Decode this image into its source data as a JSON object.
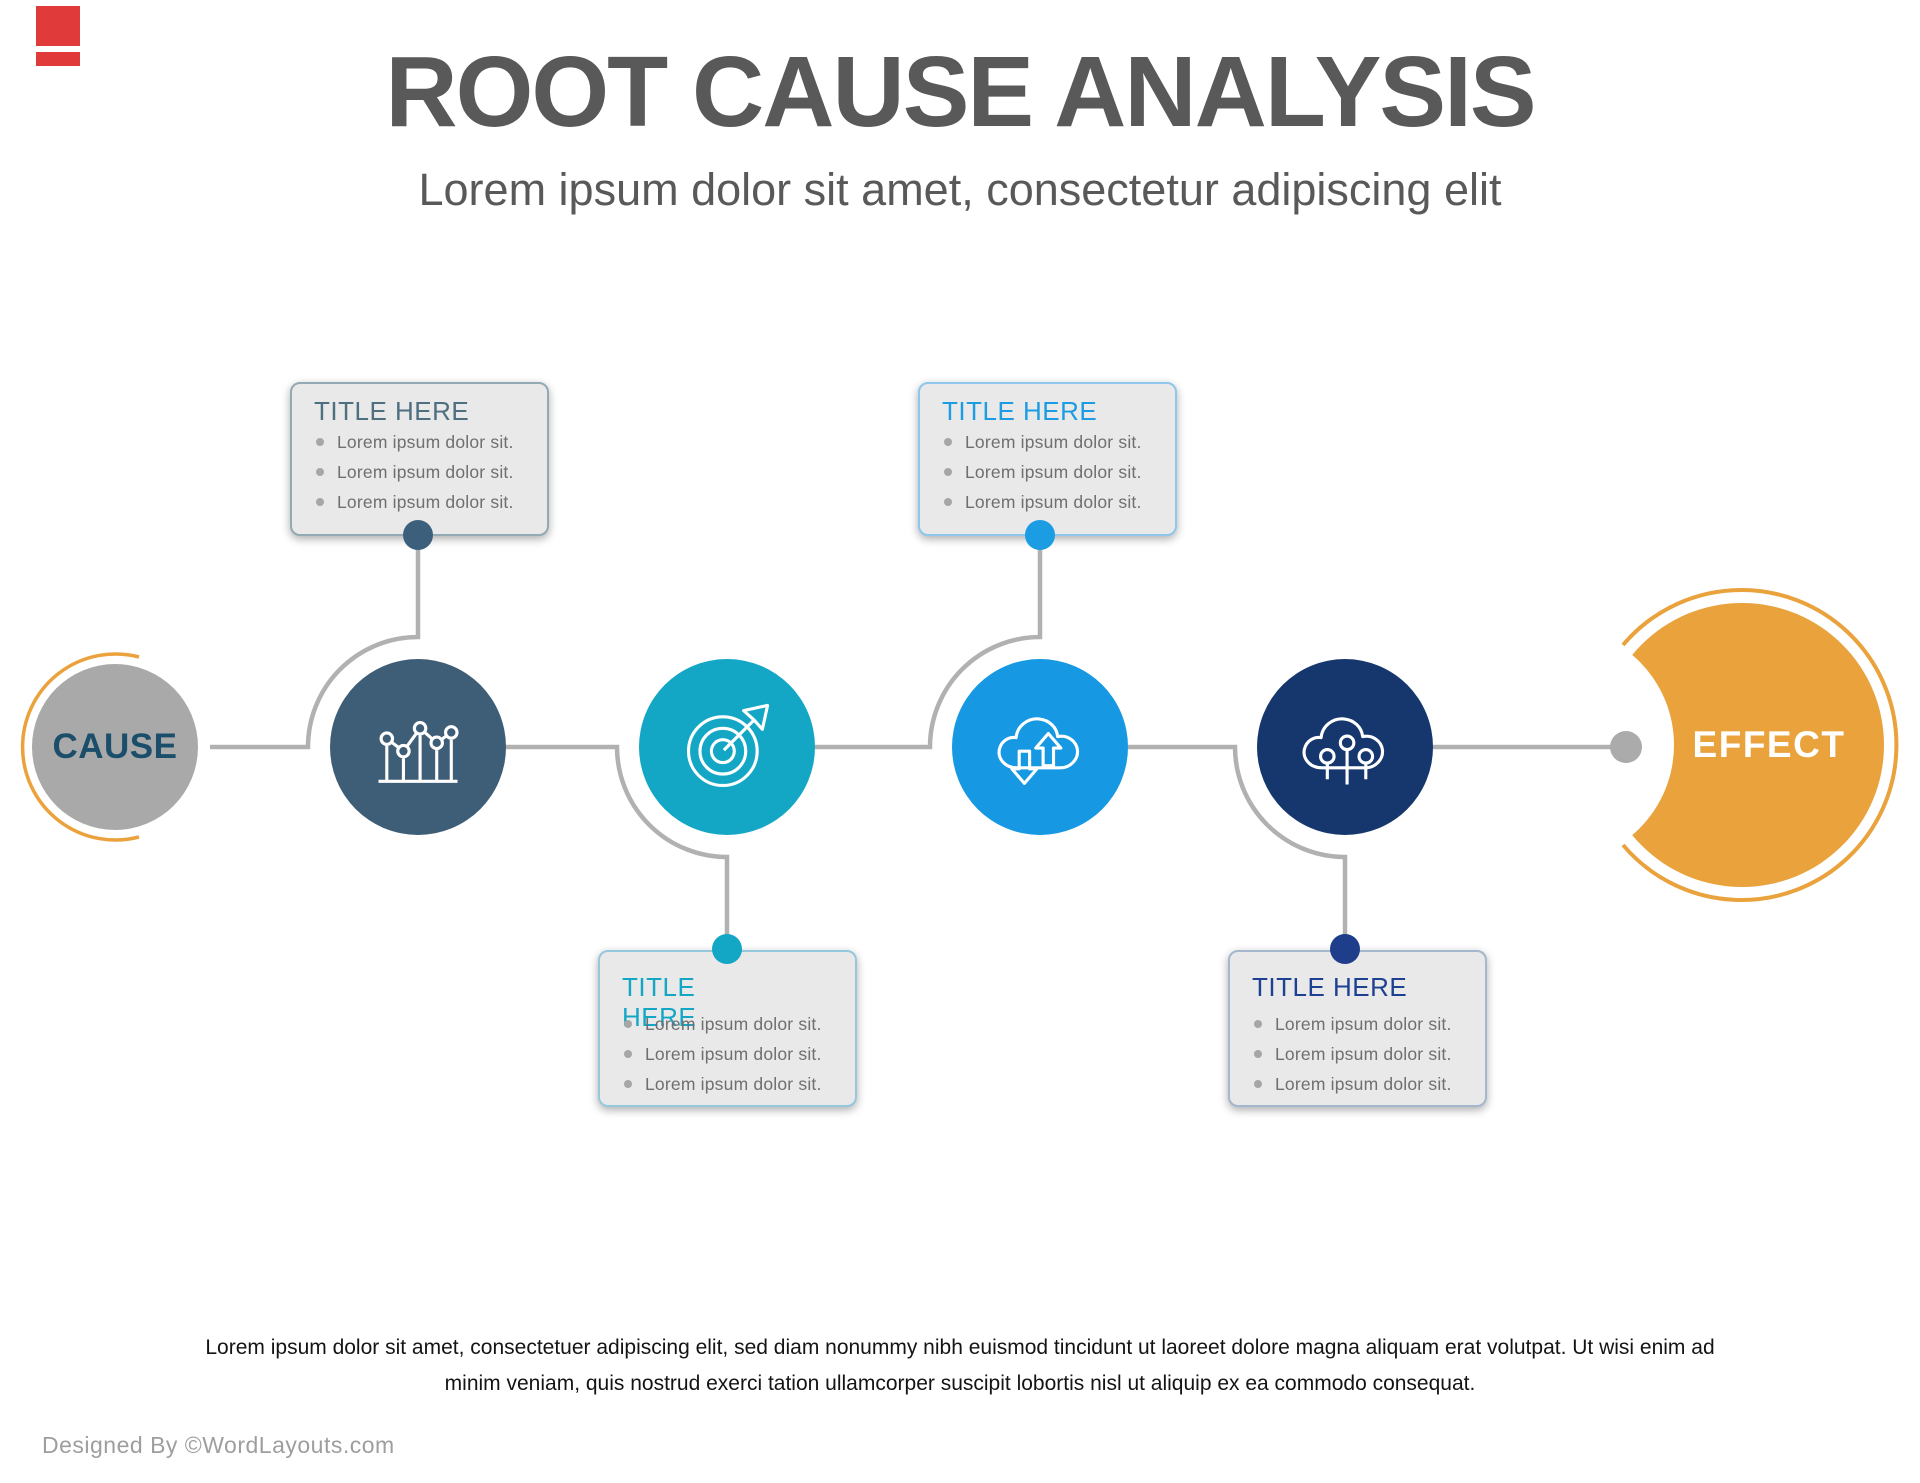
{
  "header": {
    "title": "ROOT CAUSE ANALYSIS",
    "subtitle": "Lorem ipsum dolor sit amet, consectetur adipiscing elit"
  },
  "diagram": {
    "start": {
      "label": "CAUSE",
      "color": "#a9a9a9",
      "label_color": "#1b4e6b",
      "ring_color": "#eba23c"
    },
    "end": {
      "label": "EFFECT",
      "color": "#e9a23c",
      "label_color": "#ffffff"
    },
    "steps": [
      {
        "icon": "line-chart-icon",
        "color": "#3e5d77"
      },
      {
        "icon": "target-arrow-icon",
        "color": "#13a7c5"
      },
      {
        "icon": "cloud-arrows-icon",
        "color": "#1798e2"
      },
      {
        "icon": "cloud-circuit-icon",
        "color": "#16376e"
      }
    ],
    "connector_color": "#b1b1b1",
    "callouts": [
      {
        "position": "top-left",
        "title": "TITLE HERE",
        "accent": "#4e6f80",
        "dot_color": "#3c607c",
        "bullets": [
          "Lorem ipsum dolor sit.",
          "Lorem ipsum dolor sit.",
          "Lorem ipsum dolor sit."
        ]
      },
      {
        "position": "top-right",
        "title": "TITLE HERE",
        "accent": "#1b9ce3",
        "dot_color": "#1b9ce3",
        "bullets": [
          "Lorem ipsum dolor sit.",
          "Lorem ipsum dolor sit.",
          "Lorem ipsum dolor sit."
        ]
      },
      {
        "position": "bottom-left",
        "title": "TITLE HERE",
        "accent": "#14a7c5",
        "dot_color": "#14a7c5",
        "bullets": [
          "Lorem ipsum dolor sit.",
          "Lorem ipsum dolor sit.",
          "Lorem ipsum dolor sit."
        ]
      },
      {
        "position": "bottom-right",
        "title": "TITLE HERE",
        "accent": "#1e4093",
        "dot_color": "#1e3d8b",
        "bullets": [
          "Lorem ipsum dolor sit.",
          "Lorem ipsum dolor sit.",
          "Lorem ipsum dolor sit."
        ]
      }
    ]
  },
  "body_paragraph": "Lorem ipsum dolor sit amet, consectetuer adipiscing elit, sed diam nonummy nibh euismod tincidunt ut laoreet dolore magna aliquam erat volutpat. Ut wisi enim ad minim veniam, quis nostrud exerci tation ullamcorper suscipit lobortis nisl ut aliquip ex ea commodo consequat.",
  "credit": "Designed By ©WordLayouts.com"
}
